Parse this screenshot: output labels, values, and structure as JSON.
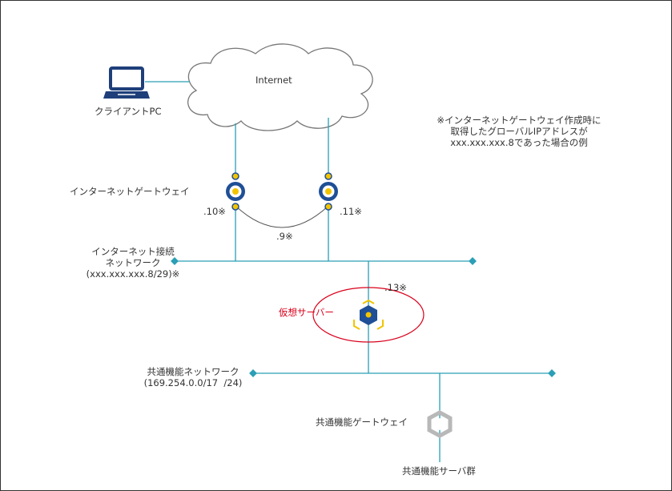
{
  "diagram": {
    "internet_label": "Internet",
    "client_label": "クライアントPC",
    "note_lines": [
      "※インターネットゲートウェイ作成時に",
      "取得したグローバルIPアドレスが",
      "xxx.xxx.xxx.8であった場合の例"
    ],
    "igw_label": "インターネットゲートウェイ",
    "ip_left": ".10※",
    "ip_right": ".11※",
    "ip_mid": ".9※",
    "inet_net_lines": [
      "インターネット接続",
      "ネットワーク",
      "(xxx.xxx.xxx.8/29)※"
    ],
    "ip_server": ".13※",
    "vserver_label": "仮想サーバー",
    "common_net_lines": [
      "共通機能ネットワーク",
      "(169.254.0.0/17  /24)"
    ],
    "common_gw_label": "共通機能ゲートウェイ",
    "common_servers_label": "共通機能サーバ群"
  },
  "colors": {
    "line": "#2a9fb5",
    "gateway_blue": "#1f4f96",
    "gateway_yellow": "#f2c400",
    "highlight_red": "#d9001b",
    "laptop": "#1f3f7a",
    "common_gw_gray": "#b8b8b8"
  },
  "icons": [
    "laptop-icon",
    "cloud-icon",
    "gateway-icon",
    "virtual-server-icon",
    "common-gateway-icon"
  ]
}
